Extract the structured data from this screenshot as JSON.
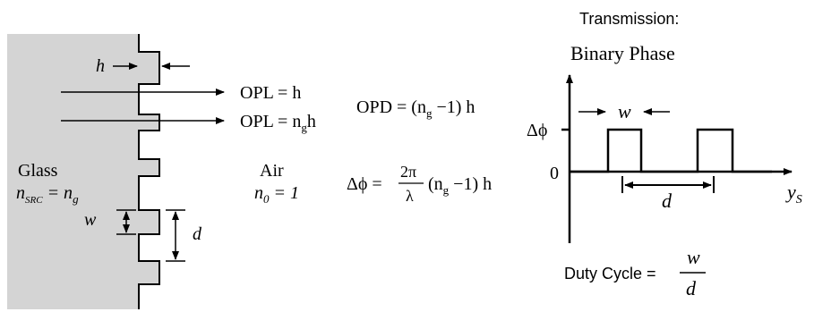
{
  "glass": {
    "label": "Glass",
    "index_lhs": "n",
    "index_sub": "SRC",
    "index_eq": " = n",
    "index_rhs_sub": "g",
    "fill_color": "#d4d4d4"
  },
  "air": {
    "label": "Air",
    "index": "n",
    "index_sub": "0",
    "index_val": " = 1"
  },
  "step_labels": {
    "h": "h",
    "w": "w",
    "d": "d"
  },
  "opl": {
    "line1": "OPL = h",
    "line2_main": "OPL = n",
    "line2_sub": "g",
    "line2_end": "h"
  },
  "opd": {
    "text": "OPD = (n",
    "sub": "g",
    "end": " −1) h"
  },
  "delta_phi_eq": {
    "lhs": "Δϕ =",
    "num": "2π",
    "den": "λ",
    "mid": "(n",
    "sub": "g",
    "end": " −1) h"
  },
  "transmission": {
    "title": "Transmission:",
    "subtitle": "Binary Phase",
    "y_tick_top": "Δϕ",
    "y_tick_zero": "0",
    "x_axis": "y",
    "x_axis_sub": "S",
    "w_label": "w",
    "d_label": "d",
    "duty_cycle_label": "Duty Cycle =",
    "duty_num": "w",
    "duty_den": "d"
  }
}
